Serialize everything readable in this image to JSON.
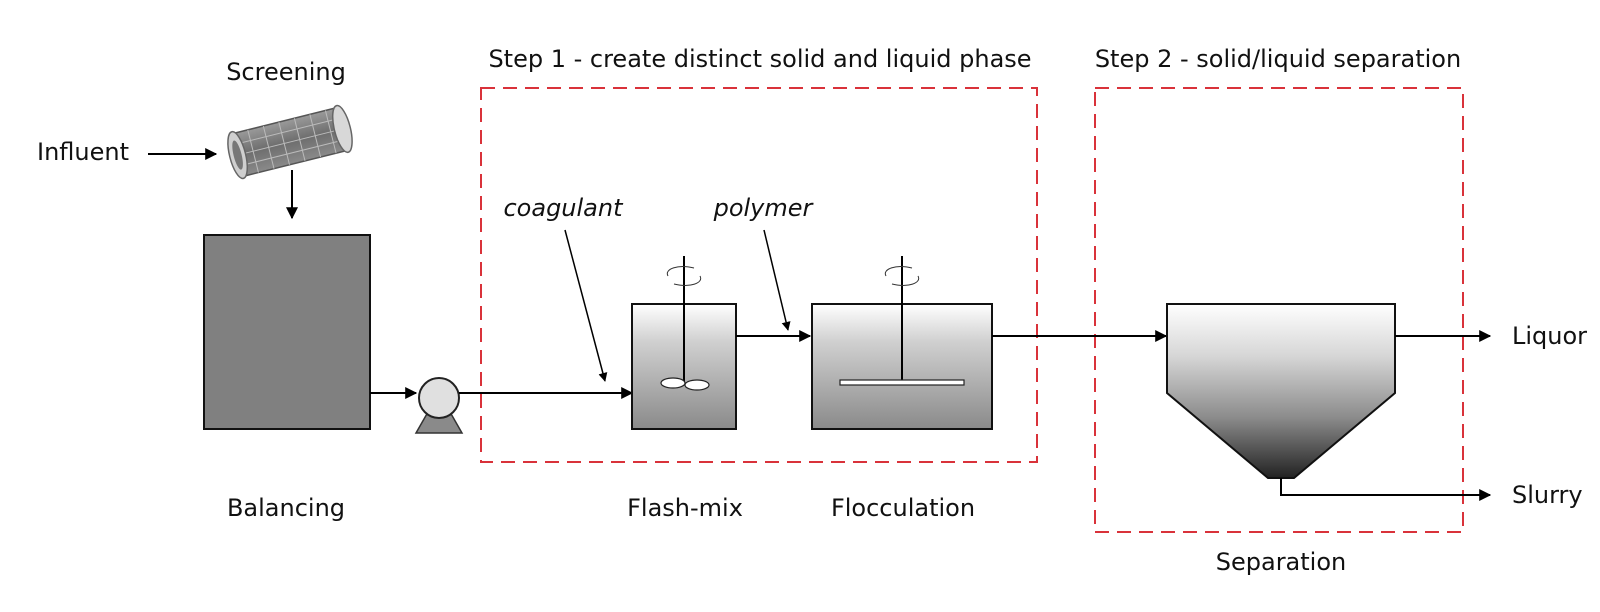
{
  "labels": {
    "influent": "Influent",
    "screening": "Screening",
    "balancing": "Balancing",
    "step1": "Step 1 - create distinct solid and liquid phase",
    "step2": "Step 2 - solid/liquid separation",
    "coagulant": "coagulant",
    "polymer": "polymer",
    "flash_mix": "Flash-mix",
    "flocculation": "Flocculation",
    "separation": "Separation",
    "liquor": "Liquor",
    "slurry": "Slurry"
  },
  "colors": {
    "step_box": "#d9323a",
    "tank_fill": "#808080",
    "line": "#000000"
  }
}
